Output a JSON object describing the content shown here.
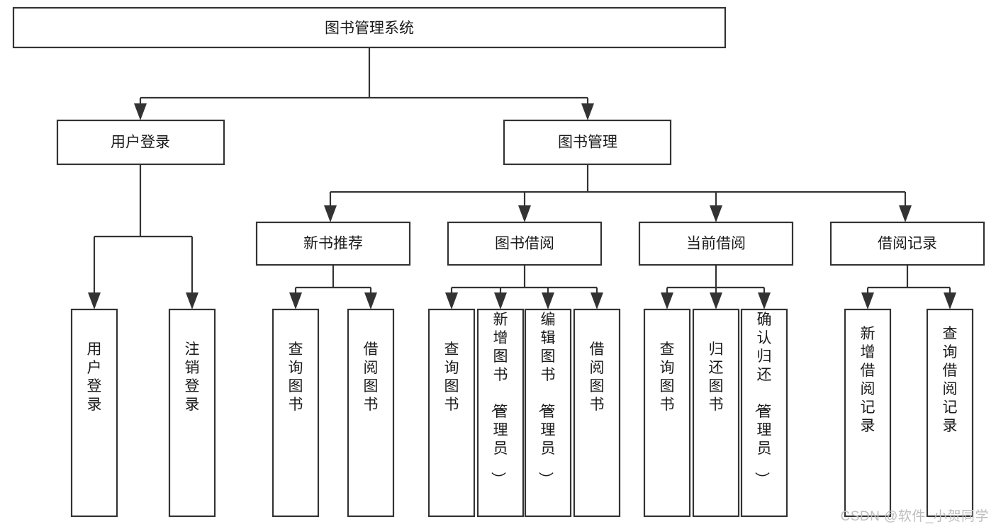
{
  "diagram": {
    "title": "图书管理系统",
    "type": "tree",
    "watermark": "CSDN @软件_小贺同学",
    "colors": {
      "box_stroke": "#333333",
      "box_fill": "#ffffff",
      "text": "#1a1a1a",
      "background": "#ffffff",
      "watermark": "#bdbdbd"
    },
    "levels": {
      "root": {
        "label": "图书管理系统",
        "orientation": "horizontal"
      },
      "level2": [
        {
          "label": "用户登录",
          "orientation": "horizontal"
        },
        {
          "label": "图书管理",
          "orientation": "horizontal"
        }
      ],
      "level3": [
        {
          "label": "新书推荐",
          "orientation": "horizontal",
          "parent": "图书管理"
        },
        {
          "label": "图书借阅",
          "orientation": "horizontal",
          "parent": "图书管理"
        },
        {
          "label": "当前借阅",
          "orientation": "horizontal",
          "parent": "图书管理"
        },
        {
          "label": "借阅记录",
          "orientation": "horizontal",
          "parent": "图书管理"
        }
      ],
      "leaves": [
        {
          "label": "用户登录",
          "orientation": "vertical",
          "parent": "用户登录"
        },
        {
          "label": "注销登录",
          "orientation": "vertical",
          "parent": "用户登录"
        },
        {
          "label": "查询图书",
          "orientation": "vertical",
          "parent": "新书推荐"
        },
        {
          "label": "借阅图书",
          "orientation": "vertical",
          "parent": "新书推荐"
        },
        {
          "label": "查询图书",
          "orientation": "vertical",
          "parent": "图书借阅"
        },
        {
          "label": "新增图书（管理员）",
          "orientation": "vertical",
          "parent": "图书借阅"
        },
        {
          "label": "编辑图书（管理员）",
          "orientation": "vertical",
          "parent": "图书借阅"
        },
        {
          "label": "借阅图书",
          "orientation": "vertical",
          "parent": "图书借阅"
        },
        {
          "label": "查询图书",
          "orientation": "vertical",
          "parent": "当前借阅"
        },
        {
          "label": "归还图书",
          "orientation": "vertical",
          "parent": "当前借阅"
        },
        {
          "label": "确认归还（管理员）",
          "orientation": "vertical",
          "parent": "当前借阅"
        },
        {
          "label": "新增借阅记录",
          "orientation": "vertical",
          "parent": "借阅记录"
        },
        {
          "label": "查询借阅记录",
          "orientation": "vertical",
          "parent": "借阅记录"
        }
      ]
    }
  }
}
